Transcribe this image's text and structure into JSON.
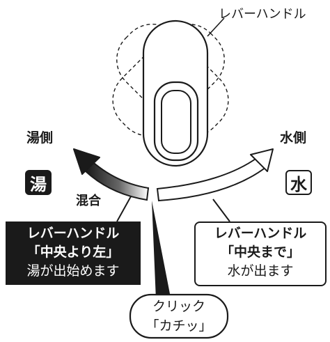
{
  "lever_label": "レバーハンドル",
  "hot_side_label": "湯側",
  "cold_side_label": "水側",
  "hot_badge": "湯",
  "cold_badge": "水",
  "mix_label": "混合",
  "left_box": {
    "line1": "レバーハンドル",
    "line2": "「中央より左」",
    "line3": "湯が出始めます"
  },
  "right_box": {
    "line1": "レバーハンドル",
    "line2": "「中央まで」",
    "line3": "水が出ます"
  },
  "click_label": {
    "line1": "クリック",
    "line2": "「カチッ」"
  },
  "colors": {
    "ink": "#1a1a1a",
    "paper": "#ffffff"
  }
}
